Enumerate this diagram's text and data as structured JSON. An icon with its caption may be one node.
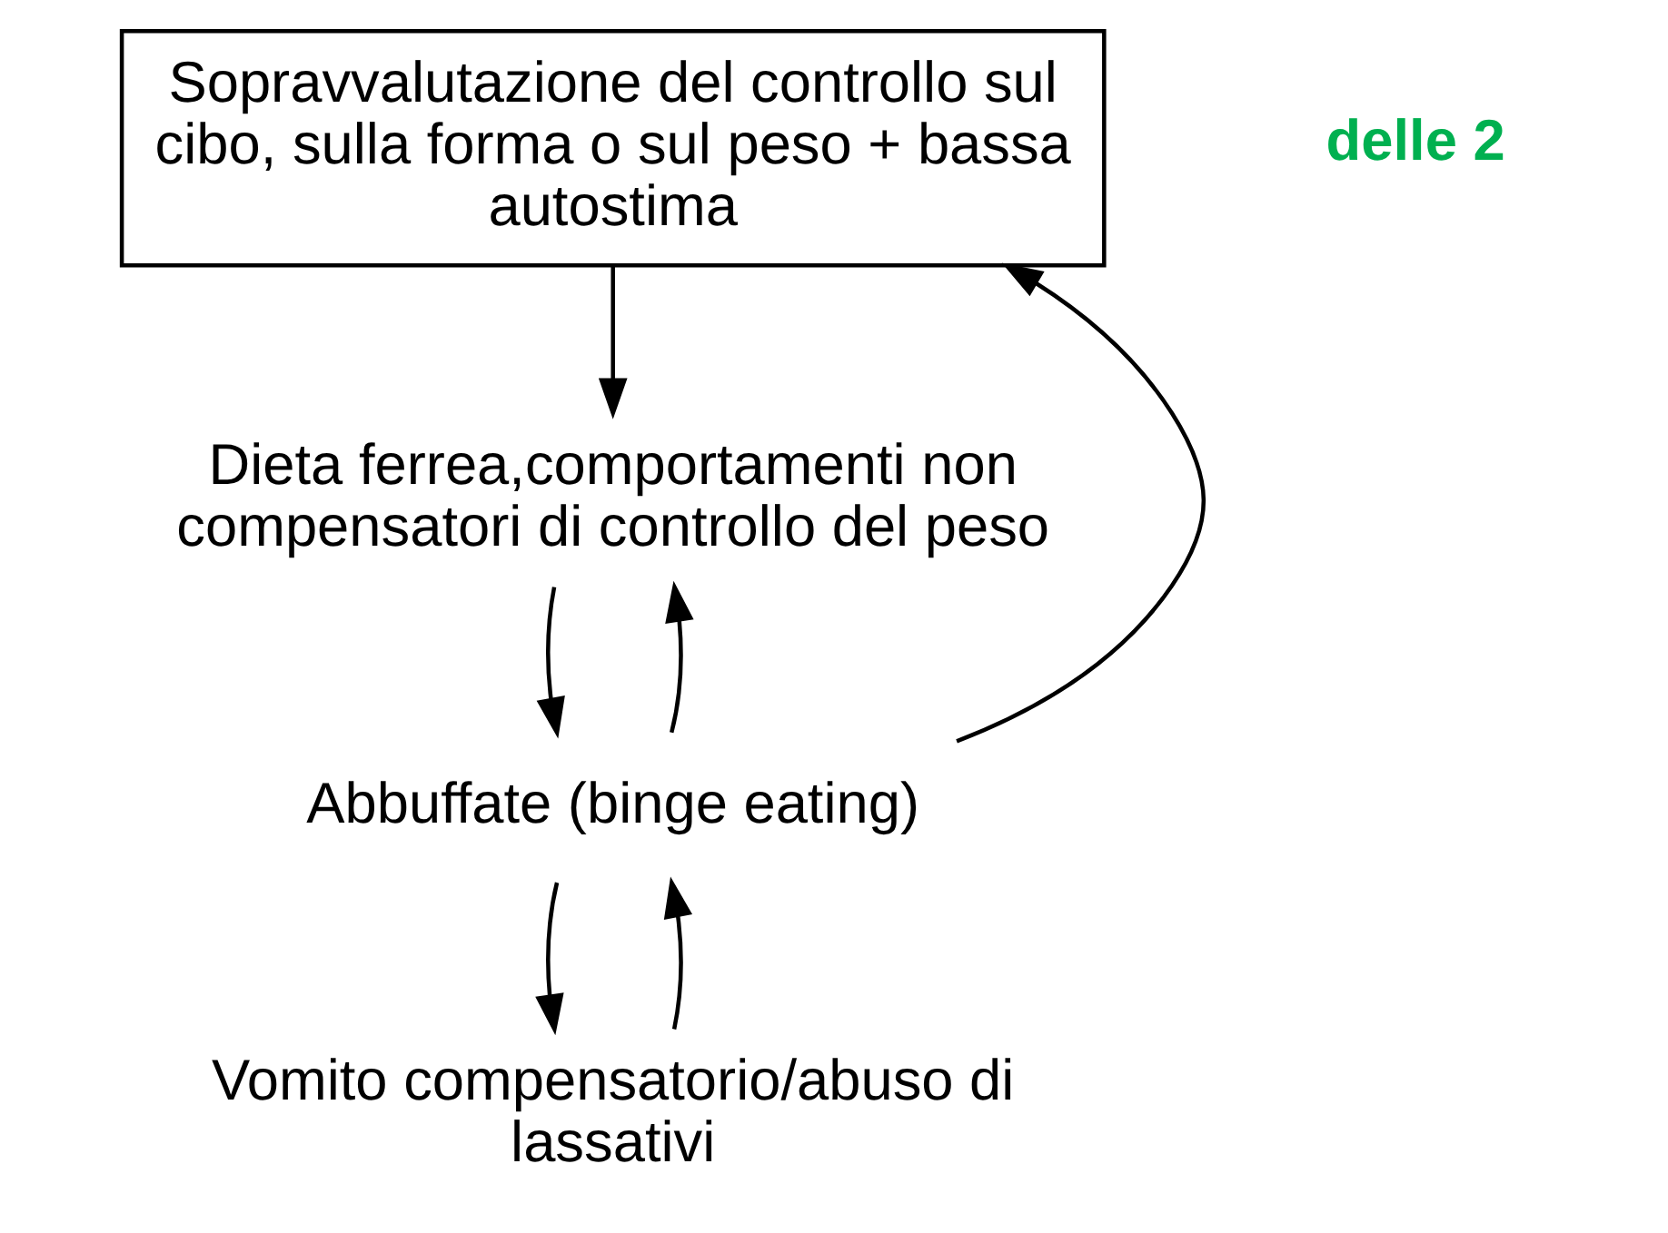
{
  "diagram": {
    "nodes": [
      {
        "text": [
          "Sopravvalutazione del controllo sul cibo, sulla forma o sul peso + bassa autostima"
        ]
      },
      {
        "text": [
          "Dieta ferrea,comportamenti non compensatori di controllo del peso"
        ]
      },
      {
        "text": [
          "Abbuffate (binge eating)"
        ]
      },
      {
        "text": [
          "Vomito compensatorio/abuso di lassativi"
        ]
      }
    ],
    "edges": [
      {
        "from": 0,
        "to": 1,
        "arrow": "to"
      },
      {
        "from": 1,
        "to": 2,
        "arrow": "to"
      },
      {
        "from": 2,
        "to": 3,
        "arrow": "to"
      },
      {
        "from": 3,
        "to": 2,
        "arrow": "to"
      },
      {
        "from": 2,
        "to": 0,
        "arrow": "to"
      },
      {
        "from": 2,
        "to": 1,
        "arrow": "to"
      }
    ],
    "labels": [
      "delle 2"
    ]
  }
}
